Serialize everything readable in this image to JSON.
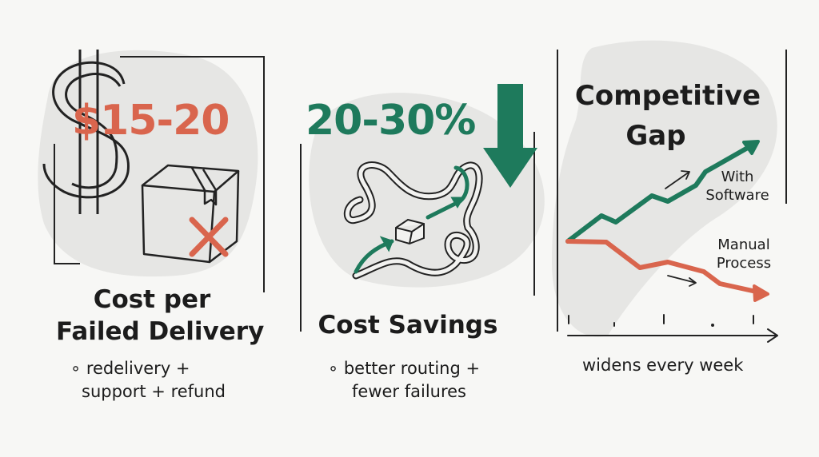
{
  "colors": {
    "green": "#1e7a5c",
    "red": "#d9654d",
    "ink": "#1c1c1c",
    "blob": "#e6e6e4",
    "background": "#f7f7f5"
  },
  "panels": [
    {
      "stat": "$15-20",
      "title_lines": [
        "Cost per",
        "Failed Delivery"
      ],
      "bullet_lines": [
        "∘ redelivery +",
        "support + refund"
      ],
      "icons": [
        "dollar-sign-icon",
        "box-x-icon"
      ]
    },
    {
      "stat": "20-30%",
      "title_lines": [
        "Cost Savings"
      ],
      "bullet_lines": [
        "∘ better routing +",
        "fewer failures"
      ],
      "icons": [
        "down-arrow-icon",
        "route-box-icon"
      ]
    },
    {
      "title_lines": [
        "Competitive",
        "Gap"
      ],
      "series_labels": [
        [
          "With",
          "Software"
        ],
        [
          "Manual",
          "Process"
        ]
      ],
      "caption": "widens every week",
      "icons": [
        "diverging-lines-chart-icon"
      ]
    }
  ]
}
